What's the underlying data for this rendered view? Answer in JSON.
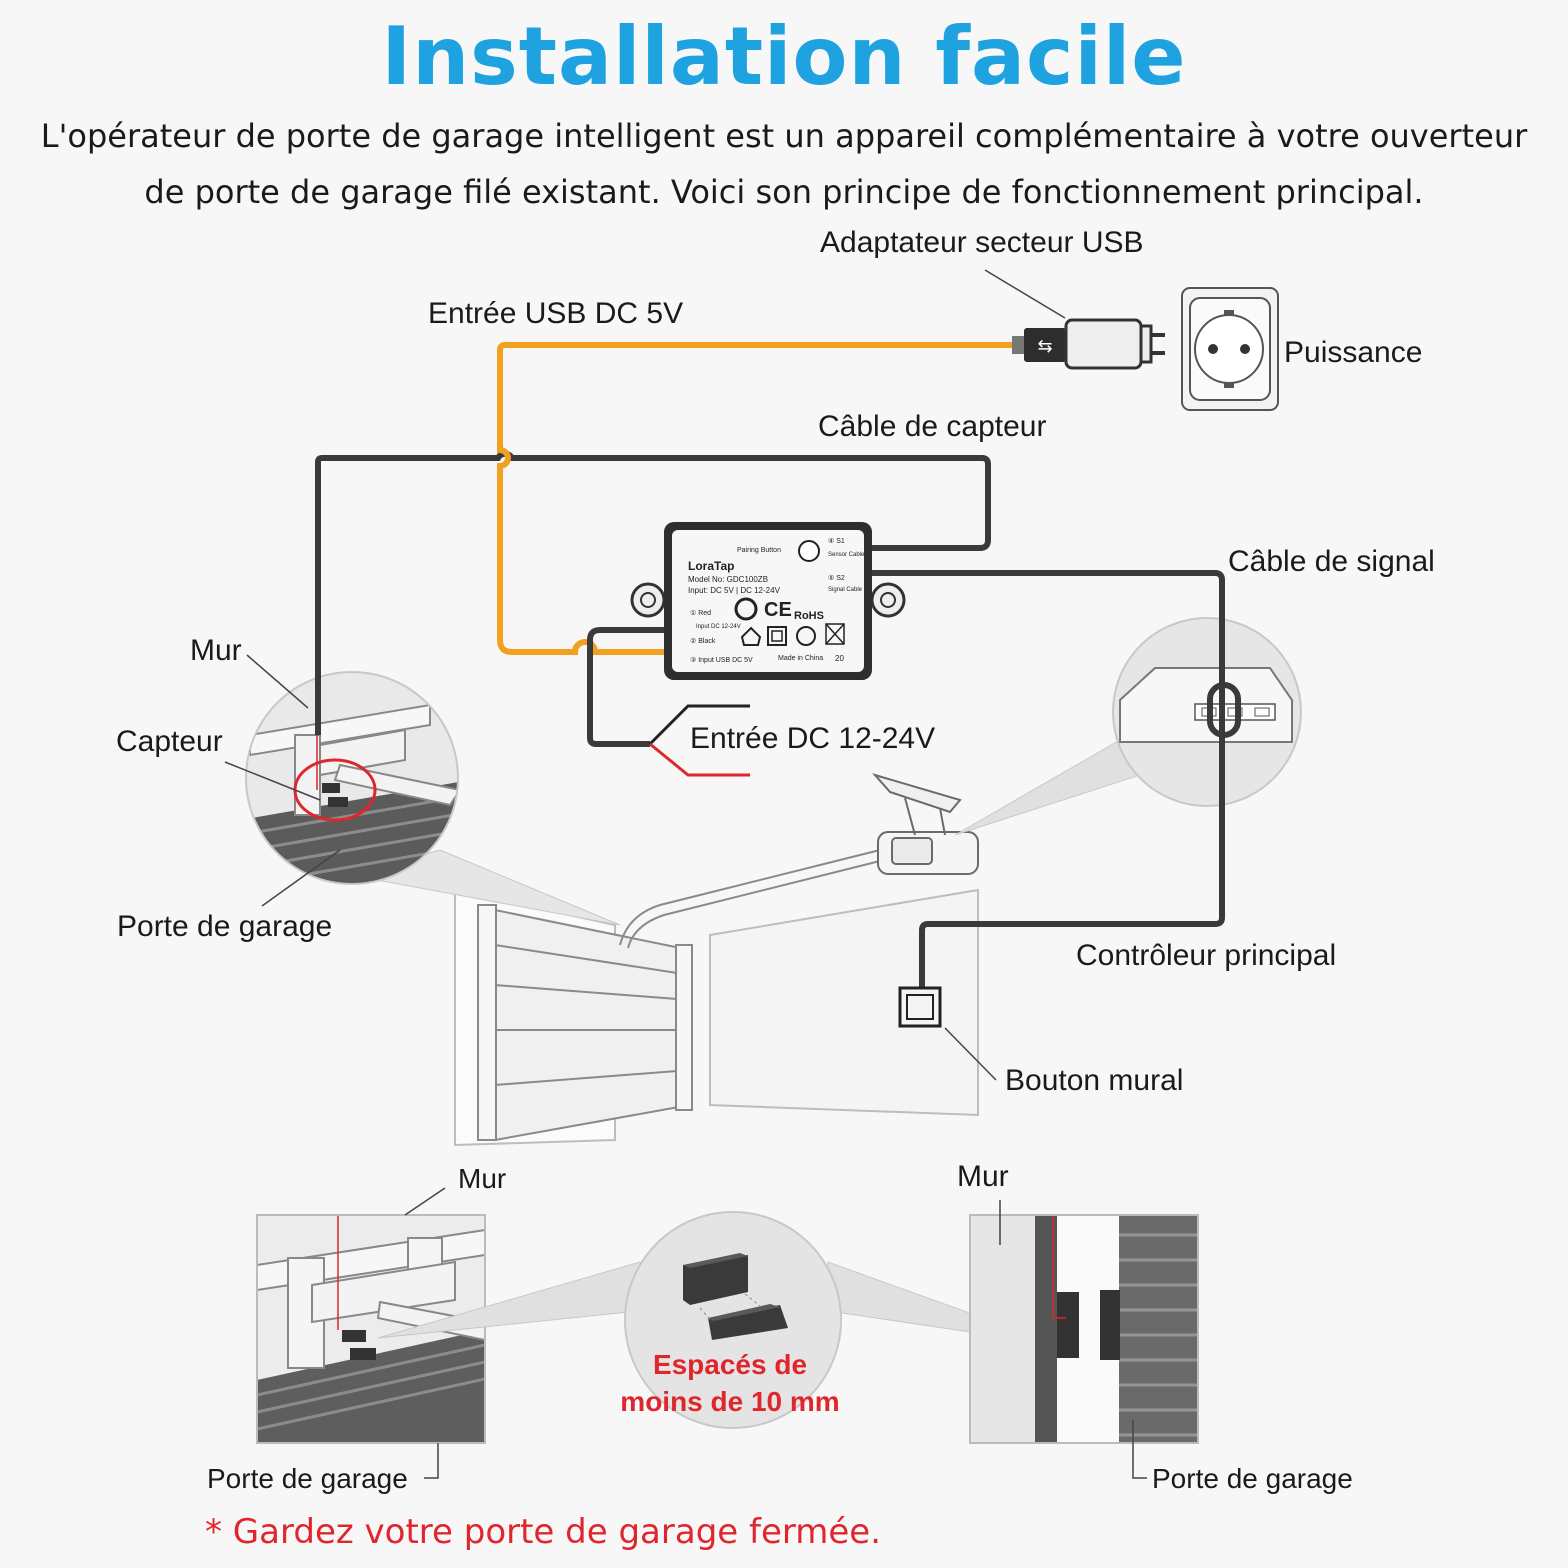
{
  "header": {
    "title": "Installation facile",
    "intro": "L'opérateur de porte de garage intelligent est un appareil complémentaire à votre ouverteur de porte de garage filé existant. Voici son principe de fonctionnement principal."
  },
  "labels": {
    "usb_adapter": "Adaptateur secteur USB",
    "usb_input": "Entrée USB DC 5V",
    "power": "Puissance",
    "sensor_cable": "Câble de capteur",
    "signal_cable": "Câble de signal",
    "wall": "Mur",
    "sensor": "Capteur",
    "garage_door": "Porte de garage",
    "dc_input": "Entrée DC 12-24V",
    "main_controller": "Contrôleur principal",
    "wall_button": "Bouton mural"
  },
  "device": {
    "brand": "LoraTap",
    "model": "Model No: GDC100ZB",
    "input": "Input: DC 5V | DC 12-24V",
    "pairing": "Pairing Button",
    "s1": "④ S1",
    "s1_sub": "Sensor Cable",
    "s2": "⑤ S2",
    "s2_sub": "Signal Cable",
    "red": "① Red",
    "dc": "Input DC 12-24V",
    "black": "② Black",
    "usb": "③ Input USB DC 5V",
    "made": "Made in China",
    "rohs": "RoHS",
    "ce": "CE",
    "num": "20"
  },
  "bottom": {
    "wall_left": "Mur",
    "wall_right": "Mur",
    "door_left": "Porte de garage",
    "door_right": "Porte de garage",
    "gap_line1": "Espacés de",
    "gap_line2": "moins de 10 mm",
    "note": "* Gardez votre porte de garage fermée."
  },
  "colors": {
    "title": "#1ea3e0",
    "usb_cable": "#f2a01f",
    "cable": "#3a3a3a",
    "warning": "#e0262d"
  }
}
